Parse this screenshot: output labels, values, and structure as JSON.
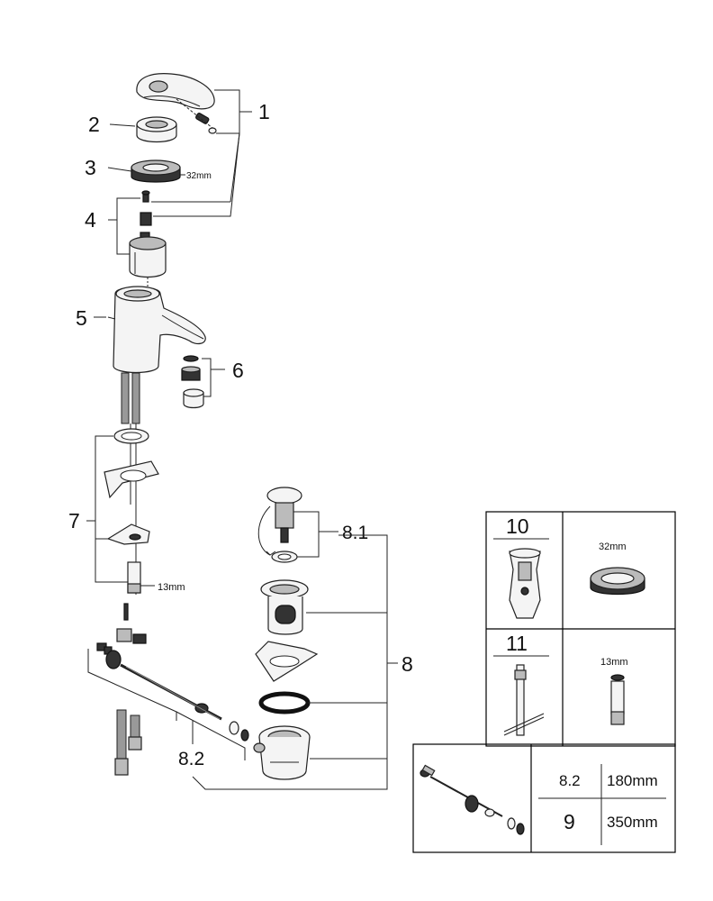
{
  "callouts": {
    "c1": "1",
    "c2": "2",
    "c3": "3",
    "c4": "4",
    "c5": "5",
    "c6": "6",
    "c7": "7",
    "c8": "8",
    "c81": "8.1",
    "c82": "8.2",
    "dim32": "32mm",
    "dim13": "13mm"
  },
  "tools_table": {
    "t10_num": "10",
    "t10_dim": "32mm",
    "t11_num": "11",
    "t11_dim": "13mm"
  },
  "length_table": {
    "r1_num": "8.2",
    "r1_len": "180mm",
    "r2_num": "9",
    "r2_len": "350mm"
  }
}
